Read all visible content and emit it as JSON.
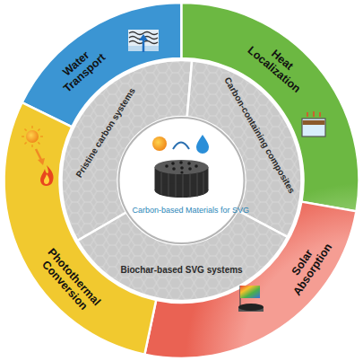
{
  "diagram": {
    "nodes": [
      {
        "text": [
          "Water Transport"
        ]
      },
      {
        "text": [
          "Heat Localization"
        ]
      },
      {
        "text": [
          "Solar Absorption"
        ]
      },
      {
        "text": [
          "Photothermal Conversion"
        ]
      },
      {
        "text": [
          "Pristine carbon systems"
        ]
      },
      {
        "text": [
          "Carbon-containing composites"
        ]
      },
      {
        "text": [
          "Biochar-based SVG systems"
        ]
      },
      {
        "text": [
          "Carbon-based Materials for SVG"
        ]
      }
    ]
  }
}
